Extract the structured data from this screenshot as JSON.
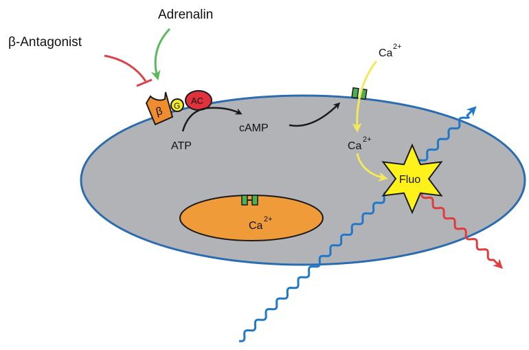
{
  "diagram": {
    "title": "Beta-adrenergic signaling and calcium fluorescence in a cell",
    "colors": {
      "cell_fill": "#b1b3b6",
      "cell_border": "#2b6cb0",
      "nucleus_fill": "#ef9b3a",
      "receptor_fill": "#ef8c30",
      "g_protein_fill": "#f7ec2b",
      "ac_fill": "#e0323c",
      "channel_fill": "#4caf50",
      "star_fill": "#fff21a",
      "excitation_color": "#1f78c8",
      "emission_color": "#e03c3c",
      "agonist_arrow": "#5cb85c",
      "antagonist_arrow": "#d9434b",
      "calcium_arrow": "#f2ea5a",
      "signal_arrow": "#1a1a1a"
    },
    "labels": {
      "antagonist": "β-Antagonist",
      "agonist": "Adrenalin",
      "receptor": "β",
      "g_protein": "G",
      "adenylyl_cyclase": "AC",
      "atp": "ATP",
      "camp": "cAMP",
      "ca_outside": "Ca",
      "ca_outside_charge": "2+",
      "ca_inside": "Ca",
      "ca_inside_charge": "2+",
      "ca_store": "Ca",
      "ca_store_charge": "2+",
      "fluo": "Fluo"
    }
  }
}
